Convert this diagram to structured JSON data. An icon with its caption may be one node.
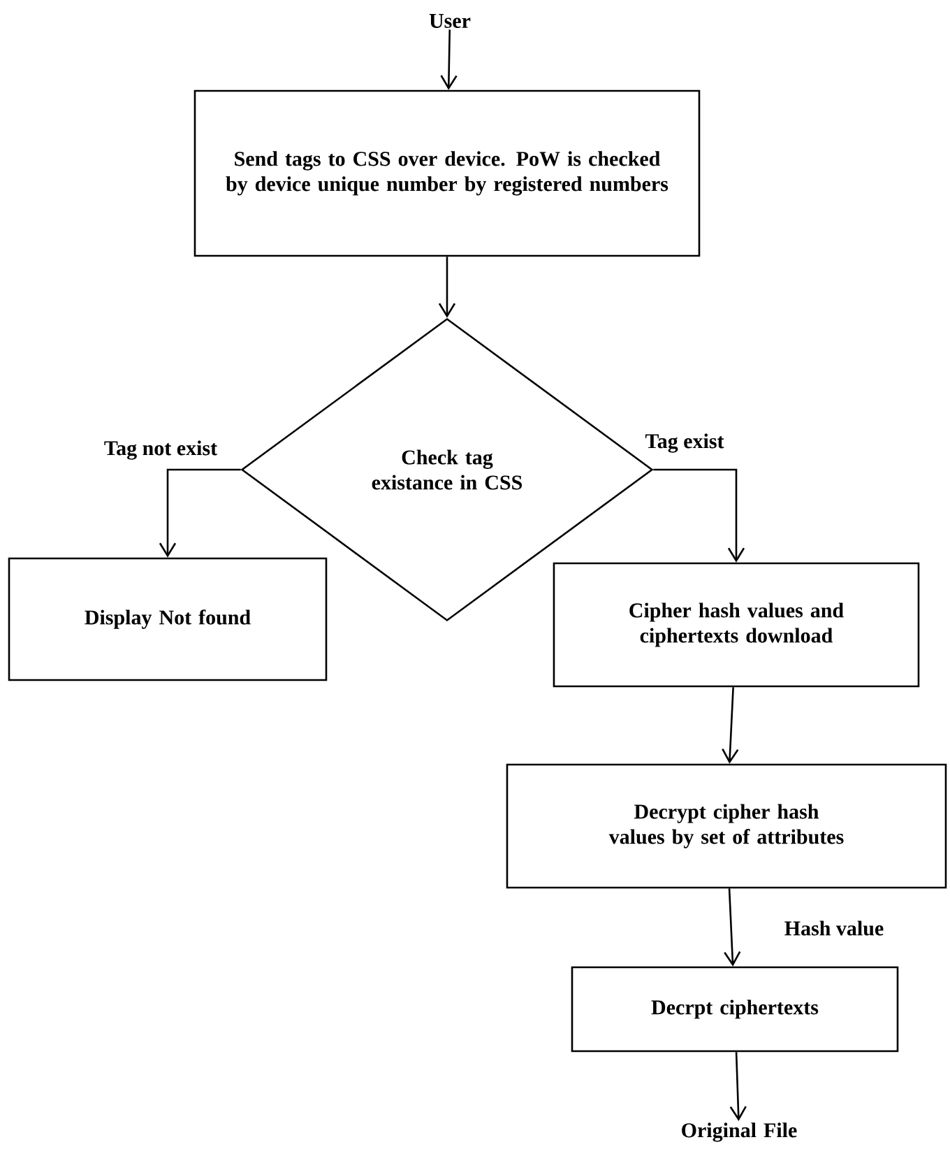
{
  "diagram": {
    "nodes": [
      {
        "text": [
          "User"
        ]
      },
      {
        "text": [
          "Send tags to CSS over device. PoW is checked by device unique number by registered numbers"
        ]
      },
      {
        "text": [
          "Check tag existance in CSS"
        ]
      },
      {
        "text": [
          "Display Not found"
        ]
      },
      {
        "text": [
          "Cipher hash values and ciphertexts download"
        ]
      },
      {
        "text": [
          "Decrypt cipher hash values by set of attributes"
        ]
      },
      {
        "text": [
          "Decrpt ciphertexts"
        ]
      },
      {
        "text": [
          "Original File"
        ]
      }
    ],
    "edges": [
      {
        "from": 0,
        "to": 1,
        "arrow": "to"
      },
      {
        "from": 1,
        "to": 2,
        "arrow": "to"
      },
      {
        "from": 2,
        "to": 3,
        "arrow": "to",
        "label": "Tag not exist"
      },
      {
        "from": 2,
        "to": 4,
        "arrow": "to",
        "label": "Tag exist"
      },
      {
        "from": 4,
        "to": 5,
        "arrow": "to"
      },
      {
        "from": 5,
        "to": 6,
        "arrow": "to",
        "label": "Hash value"
      },
      {
        "from": 6,
        "to": 7,
        "arrow": "to"
      }
    ]
  }
}
